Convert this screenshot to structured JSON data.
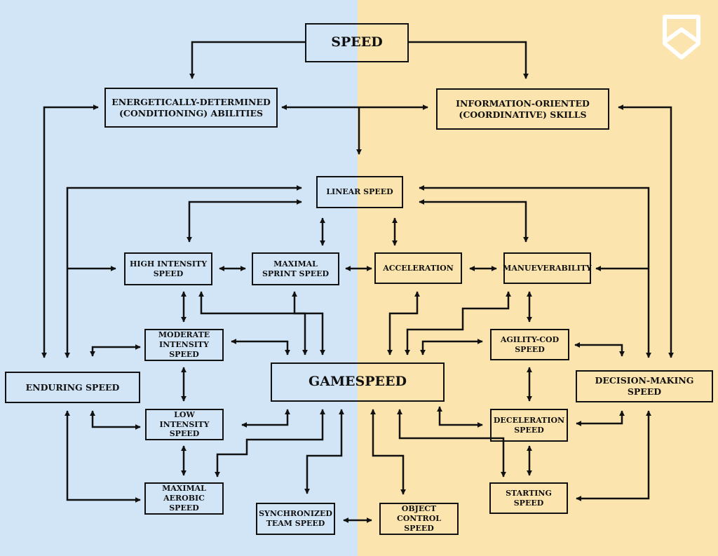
{
  "colors": {
    "left_bg": "#d2e5f7",
    "right_bg": "#fbe4ad",
    "line": "#111111"
  },
  "logo": {
    "icon": "shield-logo-icon"
  },
  "nodes": {
    "speed": "SPEED",
    "energetic": "ENERGETICALLY-DETERMINED (CONDITIONING) ABILITIES",
    "information": "INFORMATION-ORIENTED (COORDINATIVE) SKILLS",
    "linear": "LINEAR SPEED",
    "high_intensity": "HIGH INTENSITY SPEED",
    "maximal_sprint": "MAXIMAL SPRINT SPEED",
    "acceleration": "ACCELERATION",
    "manueverability": "MANUEVERABILITY",
    "moderate_intensity": "MODERATE INTENSITY SPEED",
    "agility": "AGILITY-COD SPEED",
    "enduring": "ENDURING SPEED",
    "gamespeed": "GAMESPEED",
    "decision": "DECISION-MAKING SPEED",
    "low_intensity": "LOW INTENSITY SPEED",
    "deceleration": "DECELERATION SPEED",
    "maximal_aerobic": "MAXIMAL AEROBIC SPEED",
    "starting": "STARTING SPEED",
    "synchronized": "SYNCHRONIZED TEAM SPEED",
    "object_control": "OBJECT CONTROL SPEED"
  }
}
